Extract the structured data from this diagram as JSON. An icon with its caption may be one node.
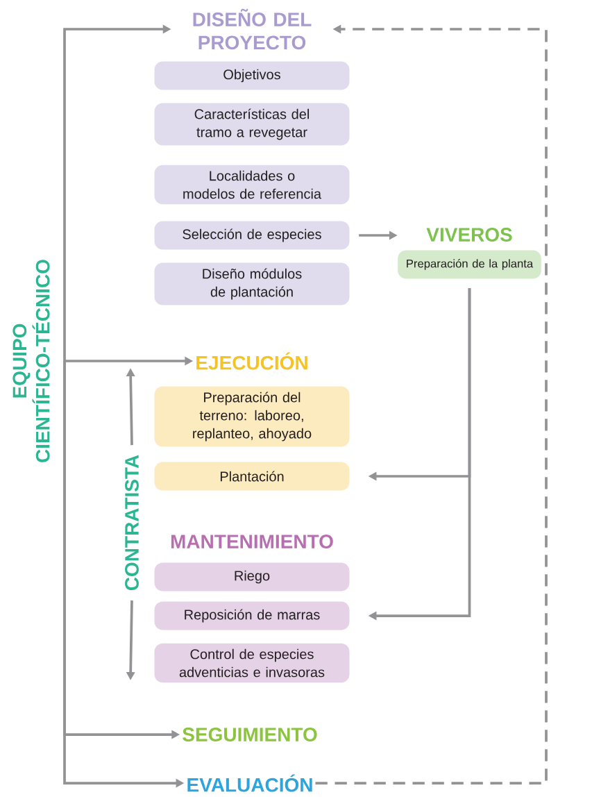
{
  "diagram": {
    "nodes": [
      {
        "text": [
          "DISEÑO DEL PROYECTO"
        ]
      },
      {
        "text": [
          "Objetivos"
        ]
      },
      {
        "text": [
          "Características del tramo a revegetar"
        ]
      },
      {
        "text": [
          "Localidades o modelos de referencia"
        ]
      },
      {
        "text": [
          "Selección de especies"
        ]
      },
      {
        "text": [
          "Diseño módulos de plantación"
        ]
      },
      {
        "text": [
          "VIVEROS",
          "Preparación de la planta"
        ]
      },
      {
        "text": [
          "EJECUCIÓN"
        ]
      },
      {
        "text": [
          "Preparación del terreno: laboreo, replanteo, ahoyado"
        ]
      },
      {
        "text": [
          "Plantación"
        ]
      },
      {
        "text": [
          "MANTENIMIENTO"
        ]
      },
      {
        "text": [
          "Riego"
        ]
      },
      {
        "text": [
          "Reposición de marras"
        ]
      },
      {
        "text": [
          "Control de especies adventicias e invasoras"
        ]
      },
      {
        "text": [
          "SEGUIMIENTO"
        ]
      },
      {
        "text": [
          "EVALUACIÓN"
        ]
      },
      {
        "text": [
          "EQUIPO CIENTÍFICO-TÉCNICO"
        ]
      }
    ],
    "edges": [
      {
        "from": 16,
        "to": 0,
        "arrow": "to"
      },
      {
        "from": 16,
        "to": 7,
        "arrow": "to"
      },
      {
        "from": 16,
        "to": 14,
        "arrow": "to"
      },
      {
        "from": 16,
        "to": 15,
        "arrow": "to"
      },
      {
        "from": 4,
        "to": 6,
        "arrow": "to"
      },
      {
        "from": 6,
        "to": 9,
        "arrow": "to"
      },
      {
        "from": 6,
        "to": 12,
        "arrow": "to"
      },
      {
        "from": 15,
        "to": 0,
        "arrow": "to",
        "style": "dashed"
      }
    ],
    "labels": [
      "CONTRATISTA"
    ]
  }
}
